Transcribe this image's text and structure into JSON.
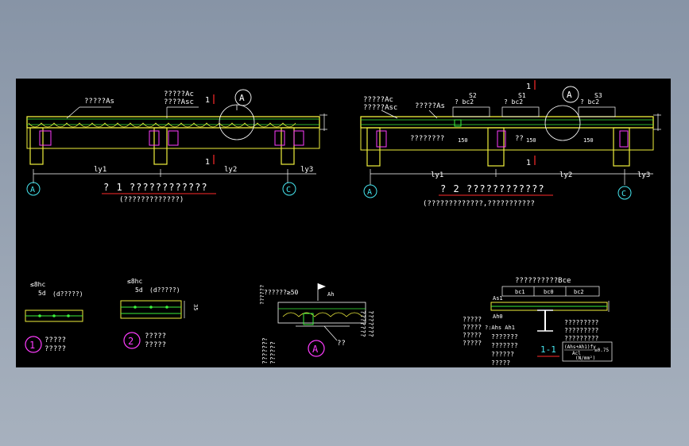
{
  "colors": {
    "background": "#000000",
    "frame": "#8e9aaa",
    "yellow": "#f0ef3c",
    "white": "#ffffff",
    "cyan": "#46e6f0",
    "red": "#ff2a2a",
    "magenta": "#ff3cff",
    "green": "#3cf03c"
  },
  "fig1": {
    "label_top_left": "?????As",
    "label_top_mid1": "?????Ac",
    "label_top_mid2": "????Asc",
    "section_mark": "1",
    "section_mark_bottom": "1",
    "detail_bubble": "A",
    "span1": "ly1",
    "span2": "ly2",
    "span3": "ly3",
    "axis_a": "A",
    "axis_c": "C",
    "title": "? 1 ????????????",
    "subtitle": "(?????????????)"
  },
  "fig2": {
    "label_top_left1": "?????Ac",
    "label_top_left2": "?????Asc",
    "label_top_mid": "?????As",
    "s2": "S2",
    "s1": "S1",
    "s3": "S3",
    "bc2_a": "? bc2",
    "bc2_b": "? bc2",
    "bc2_c": "? bc2",
    "label_mid1": "????????",
    "label_mid2": "??",
    "dim150a": "150",
    "dim150b": "150",
    "dim150c": "150",
    "section_mark": "1",
    "section_mark_bottom": "1",
    "detail_bubble": "A",
    "span1": "ly1",
    "span2": "ly2",
    "span3": "ly3",
    "axis_a": "A",
    "axis_c": "C",
    "title": "? 2 ????????????",
    "subtitle": "(?????????????,???????????"
  },
  "detail1": {
    "top1": "≤8hc",
    "top2": "5d",
    "top3": "(d?????)",
    "bubble": "1",
    "text1": "?????",
    "text2": "?????"
  },
  "detail2": {
    "top1": "≤8hc",
    "top2": "5d",
    "top3": "(d?????)",
    "dim": "35",
    "bubble": "2",
    "text1": "?????",
    "text2": "?????"
  },
  "detailA": {
    "top": "??????≥50",
    "flag": "Ah",
    "side_label": "??????",
    "left_text1": "???????",
    "left_text2": "??????",
    "right_text1": "???????",
    "right_text2": "???????",
    "note": "??",
    "bubble": "A"
  },
  "section11": {
    "top": "??????????Bce",
    "bc1": "bc1",
    "bc0": "bc0",
    "bc2": "bc2",
    "as1": "As1",
    "ah0": "Ah0",
    "left_text1": "?????",
    "left_text2": "?????",
    "left_text3": "?????",
    "left_text4": "?????",
    "note1": "?:Ahs Ah1",
    "note2": "???????",
    "note3": "???????",
    "note4": "??????",
    "note5": "?????",
    "right1": "?????????",
    "right2": "?????????",
    "right3": "?????????",
    "formula1": "(Ahs+Ah1)fy",
    "formula2": "Acl",
    "formula3": "≥0.75",
    "formula4": "(N/mm²)",
    "title": "1-1"
  }
}
